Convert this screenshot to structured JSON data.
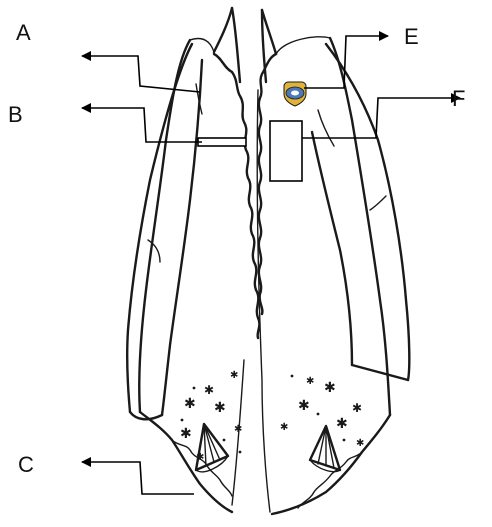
{
  "labels": {
    "a": "A",
    "b": "B",
    "c": "C",
    "e": "E",
    "f": "F"
  },
  "icons": {
    "badge": "emblem-icon",
    "arrow": "arrow-head-icon"
  },
  "colors": {
    "ink": "#1a1a1a",
    "badge_blue": "#4a78b8",
    "badge_gold": "#e0b23a",
    "background": "#ffffff"
  }
}
